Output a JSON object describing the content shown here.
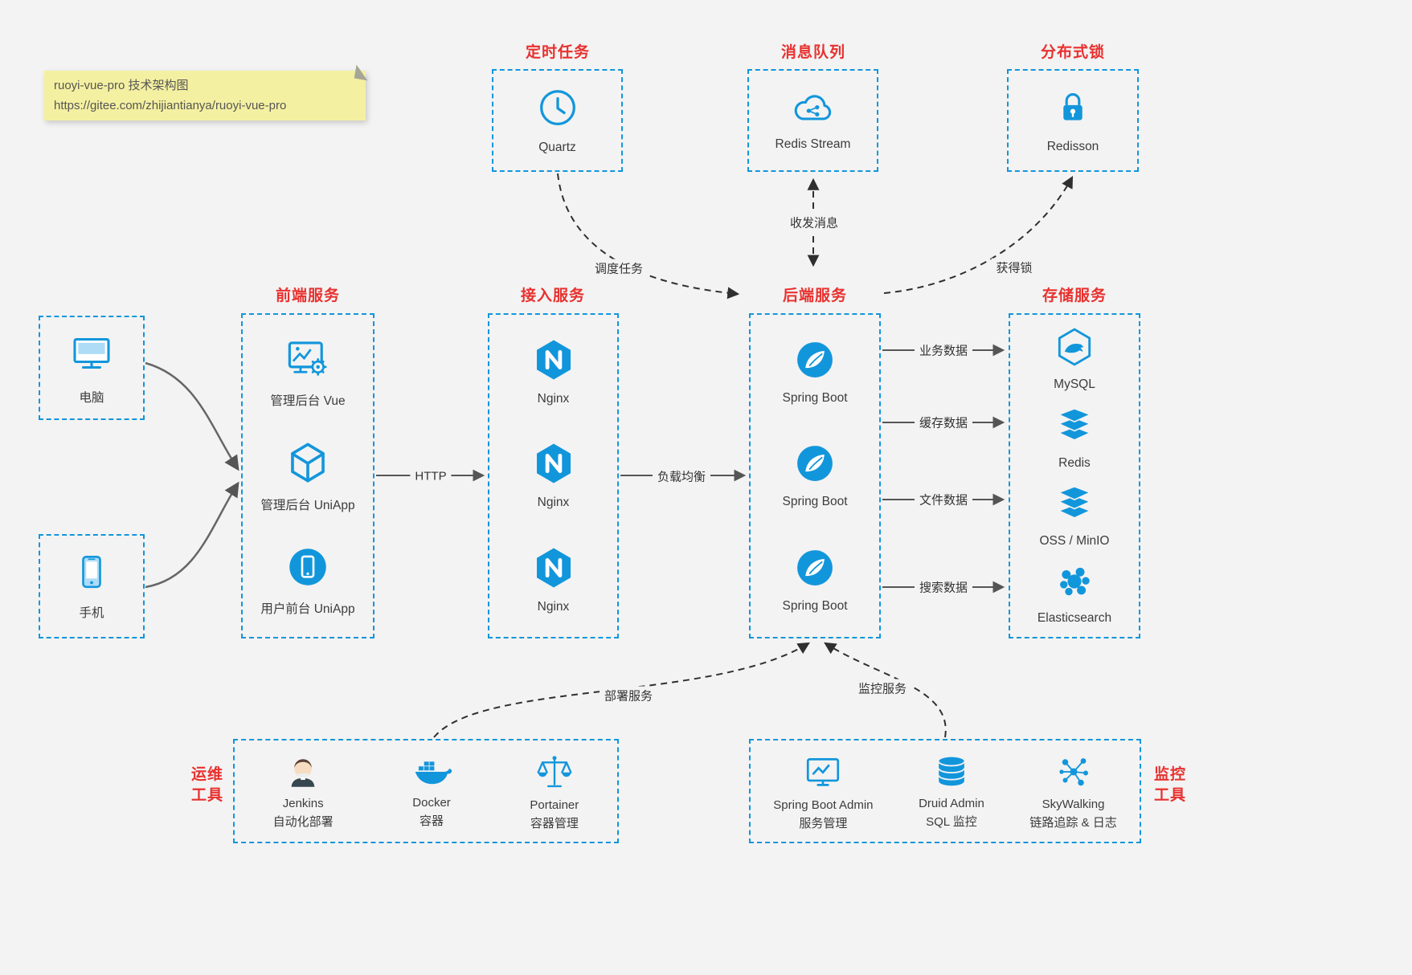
{
  "colors": {
    "accent": "#1296db",
    "title_red": "#e8312f",
    "background": "#f3f3f3",
    "note_bg": "#f4f0a1"
  },
  "note": {
    "line1": "ruoyi-vue-pro 技术架构图",
    "line2": "https://gitee.com/zhijiantianya/ruoyi-vue-pro"
  },
  "top_services": {
    "scheduler": {
      "title": "定时任务",
      "item": "Quartz"
    },
    "mq": {
      "title": "消息队列",
      "item": "Redis Stream"
    },
    "lock": {
      "title": "分布式锁",
      "item": "Redisson"
    }
  },
  "clients": {
    "pc": {
      "label": "电脑"
    },
    "mobile": {
      "label": "手机"
    }
  },
  "frontend": {
    "title": "前端服务",
    "items": [
      {
        "label": "管理后台 Vue"
      },
      {
        "label": "管理后台 UniApp"
      },
      {
        "label": "用户前台 UniApp"
      }
    ]
  },
  "gateway": {
    "title": "接入服务",
    "items": [
      {
        "label": "Nginx"
      },
      {
        "label": "Nginx"
      },
      {
        "label": "Nginx"
      }
    ]
  },
  "backend": {
    "title": "后端服务",
    "items": [
      {
        "label": "Spring Boot"
      },
      {
        "label": "Spring Boot"
      },
      {
        "label": "Spring Boot"
      }
    ]
  },
  "storage": {
    "title": "存储服务",
    "items": [
      {
        "label": "MySQL"
      },
      {
        "label": "Redis"
      },
      {
        "label": "OSS / MinIO"
      },
      {
        "label": "Elasticsearch"
      }
    ]
  },
  "ops": {
    "title_line1": "运维",
    "title_line2": "工具",
    "items": [
      {
        "name": "Jenkins",
        "desc": "自动化部署"
      },
      {
        "name": "Docker",
        "desc": "容器"
      },
      {
        "name": "Portainer",
        "desc": "容器管理"
      }
    ]
  },
  "monitoring": {
    "title_line1": "监控",
    "title_line2": "工具",
    "items": [
      {
        "name": "Spring Boot Admin",
        "desc": "服务管理"
      },
      {
        "name": "Druid Admin",
        "desc": "SQL 监控"
      },
      {
        "name": "SkyWalking",
        "desc": "链路追踪 & 日志"
      }
    ]
  },
  "edges": {
    "http": "HTTP",
    "load_balance": "负载均衡",
    "schedule": "调度任务",
    "message": "收发消息",
    "get_lock": "获得锁",
    "biz_data": "业务数据",
    "cache_data": "缓存数据",
    "file_data": "文件数据",
    "search_data": "搜索数据",
    "deploy": "部署服务",
    "monitor": "监控服务"
  }
}
